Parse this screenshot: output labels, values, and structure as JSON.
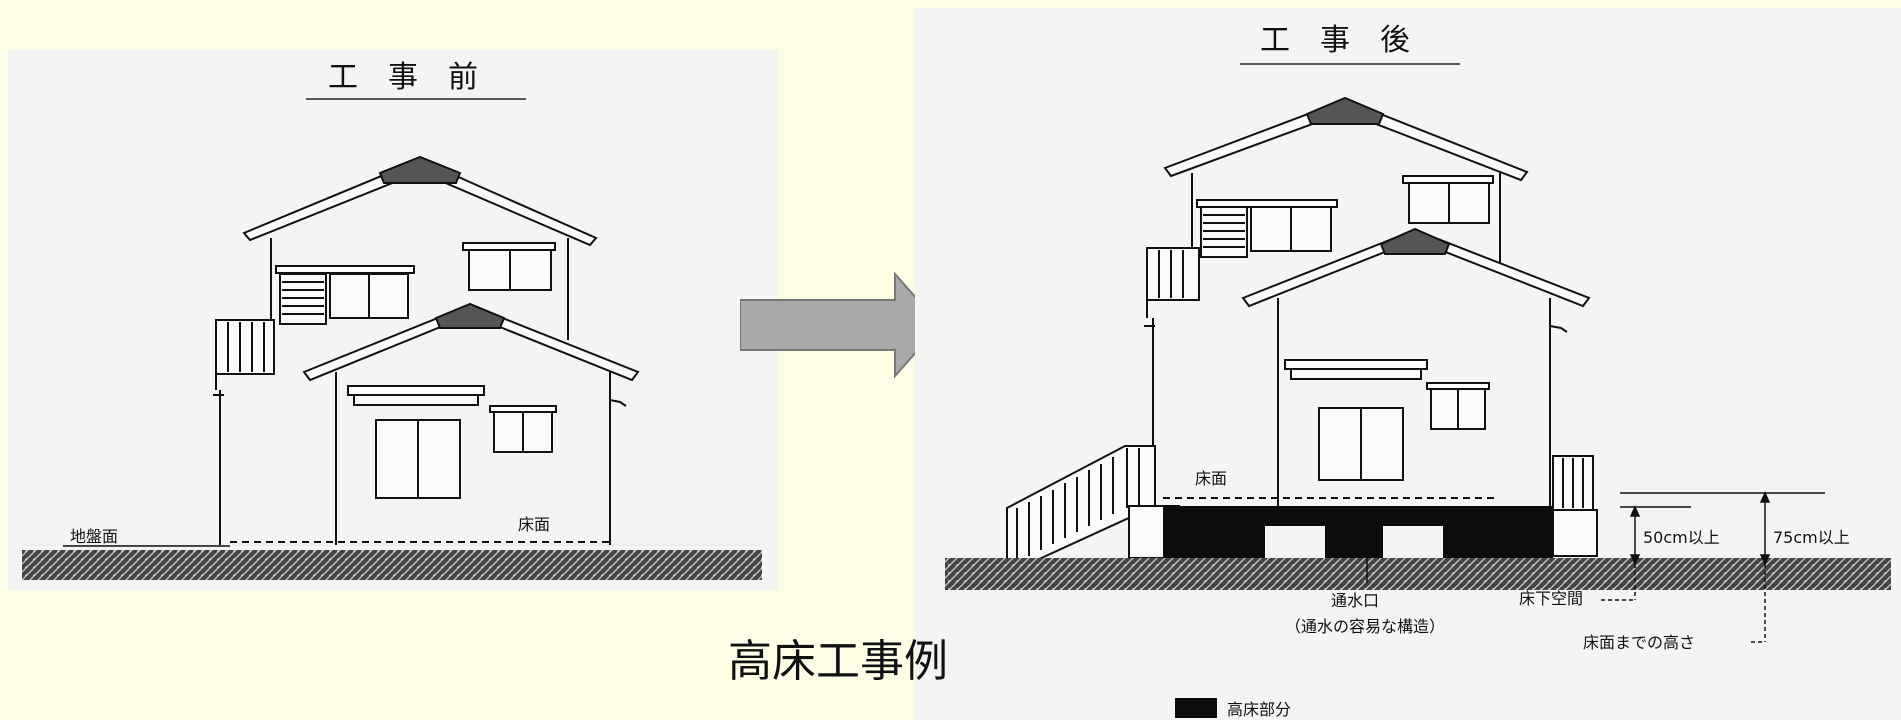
{
  "before": {
    "title": "工　事　前",
    "label_ground": "地盤面",
    "label_floor": "床面"
  },
  "after": {
    "title": "工　事　後",
    "label_floor": "床面",
    "label_50cm": "50cm以上",
    "label_75cm": "75cm以上",
    "label_vent": "通水口",
    "label_vent_note": "（通水の容易な構造）",
    "label_underfloor": "床下空間",
    "label_height": "床面までの高さ",
    "legend_raised": "高床部分"
  },
  "caption": "高床工事例",
  "colors": {
    "background": "#fdfde6",
    "panel": "#f4f4f2",
    "arrow_fill": "#a9a9a9",
    "ink": "#111111"
  }
}
